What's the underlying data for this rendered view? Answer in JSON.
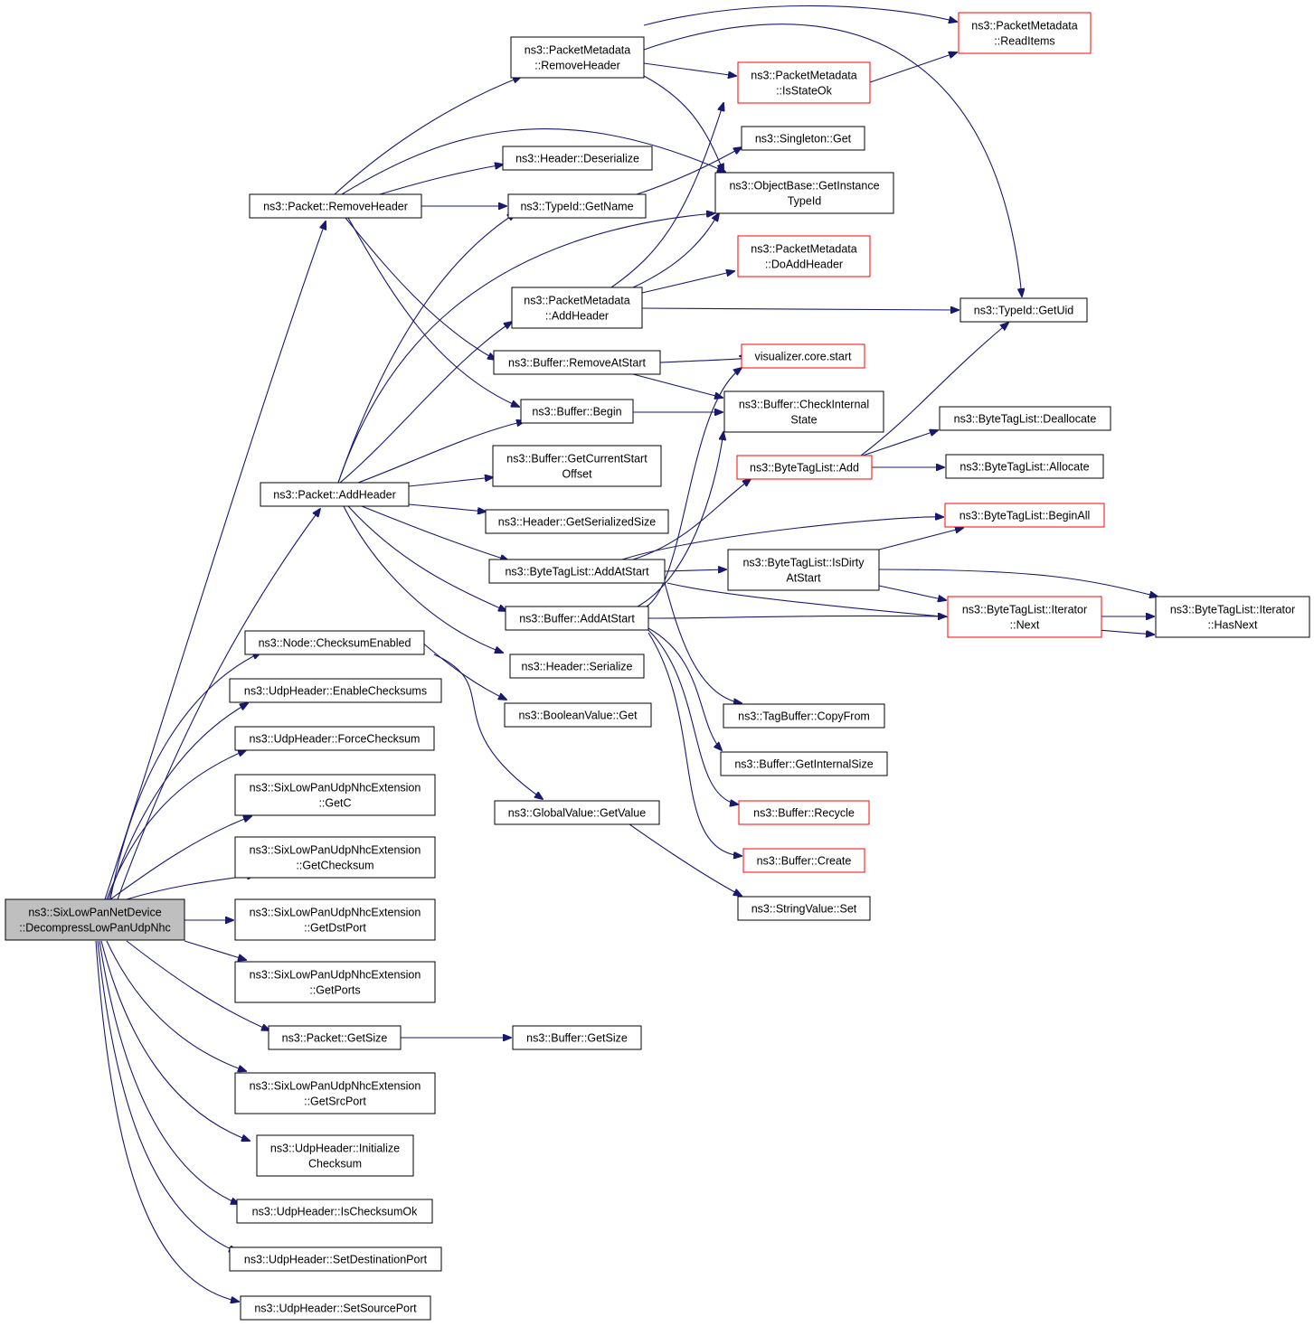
{
  "nodes": [
    {
      "id": "root",
      "lines": [
        "ns3::SixLowPanNetDevice",
        "::DecompressLowPanUdpNhc"
      ],
      "root": true
    },
    {
      "id": "pkt_remove",
      "lines": [
        "ns3::Packet::RemoveHeader"
      ]
    },
    {
      "id": "pkt_add",
      "lines": [
        "ns3::Packet::AddHeader"
      ]
    },
    {
      "id": "node_cs",
      "lines": [
        "ns3::Node::ChecksumEnabled"
      ]
    },
    {
      "id": "udp_enable",
      "lines": [
        "ns3::UdpHeader::EnableChecksums"
      ]
    },
    {
      "id": "udp_force",
      "lines": [
        "ns3::UdpHeader::ForceChecksum"
      ]
    },
    {
      "id": "nhc_getc",
      "lines": [
        "ns3::SixLowPanUdpNhcExtension",
        "::GetC"
      ]
    },
    {
      "id": "nhc_getcs",
      "lines": [
        "ns3::SixLowPanUdpNhcExtension",
        "::GetChecksum"
      ]
    },
    {
      "id": "nhc_dst",
      "lines": [
        "ns3::SixLowPanUdpNhcExtension",
        "::GetDstPort"
      ]
    },
    {
      "id": "nhc_ports",
      "lines": [
        "ns3::SixLowPanUdpNhcExtension",
        "::GetPorts"
      ]
    },
    {
      "id": "pkt_size",
      "lines": [
        "ns3::Packet::GetSize"
      ]
    },
    {
      "id": "nhc_src",
      "lines": [
        "ns3::SixLowPanUdpNhcExtension",
        "::GetSrcPort"
      ]
    },
    {
      "id": "udp_init",
      "lines": [
        "ns3::UdpHeader::Initialize",
        "Checksum"
      ]
    },
    {
      "id": "udp_isok",
      "lines": [
        "ns3::UdpHeader::IsChecksumOk"
      ]
    },
    {
      "id": "udp_setdst",
      "lines": [
        "ns3::UdpHeader::SetDestinationPort"
      ]
    },
    {
      "id": "udp_setsrc",
      "lines": [
        "ns3::UdpHeader::SetSourcePort"
      ]
    },
    {
      "id": "pm_remove",
      "lines": [
        "ns3::PacketMetadata",
        "::RemoveHeader"
      ]
    },
    {
      "id": "hdr_deser",
      "lines": [
        "ns3::Header::Deserialize"
      ]
    },
    {
      "id": "typeid_name",
      "lines": [
        "ns3::TypeId::GetName"
      ]
    },
    {
      "id": "pm_add",
      "lines": [
        "ns3::PacketMetadata",
        "::AddHeader"
      ]
    },
    {
      "id": "buf_remstart",
      "lines": [
        "ns3::Buffer::RemoveAtStart"
      ]
    },
    {
      "id": "buf_begin",
      "lines": [
        "ns3::Buffer::Begin"
      ]
    },
    {
      "id": "buf_curstart",
      "lines": [
        "ns3::Buffer::GetCurrentStart",
        "Offset"
      ]
    },
    {
      "id": "hdr_sersize",
      "lines": [
        "ns3::Header::GetSerializedSize"
      ]
    },
    {
      "id": "btl_addatstart",
      "lines": [
        "ns3::ByteTagList::AddAtStart"
      ]
    },
    {
      "id": "buf_addatstart",
      "lines": [
        "ns3::Buffer::AddAtStart"
      ]
    },
    {
      "id": "hdr_ser",
      "lines": [
        "ns3::Header::Serialize"
      ]
    },
    {
      "id": "bool_get",
      "lines": [
        "ns3::BooleanValue::Get"
      ]
    },
    {
      "id": "gv_getvalue",
      "lines": [
        "ns3::GlobalValue::GetValue"
      ]
    },
    {
      "id": "buf_getsize",
      "lines": [
        "ns3::Buffer::GetSize"
      ]
    },
    {
      "id": "pm_isok",
      "lines": [
        "ns3::PacketMetadata",
        "::IsStateOk"
      ],
      "truncated": true
    },
    {
      "id": "singleton_get",
      "lines": [
        "ns3::Singleton::Get"
      ]
    },
    {
      "id": "ob_getinst",
      "lines": [
        "ns3::ObjectBase::GetInstance",
        "TypeId"
      ]
    },
    {
      "id": "pm_doadd",
      "lines": [
        "ns3::PacketMetadata",
        "::DoAddHeader"
      ],
      "truncated": true
    },
    {
      "id": "vis_start",
      "lines": [
        "visualizer.core.start"
      ],
      "truncated": true
    },
    {
      "id": "buf_checkint",
      "lines": [
        "ns3::Buffer::CheckInternal",
        "State"
      ]
    },
    {
      "id": "btl_add",
      "lines": [
        "ns3::ByteTagList::Add"
      ],
      "truncated": true
    },
    {
      "id": "btl_isdirty",
      "lines": [
        "ns3::ByteTagList::IsDirty",
        "AtStart"
      ]
    },
    {
      "id": "tagbuf_copy",
      "lines": [
        "ns3::TagBuffer::CopyFrom"
      ]
    },
    {
      "id": "buf_intsize",
      "lines": [
        "ns3::Buffer::GetInternalSize"
      ]
    },
    {
      "id": "buf_recycle",
      "lines": [
        "ns3::Buffer::Recycle"
      ],
      "truncated": true
    },
    {
      "id": "buf_create",
      "lines": [
        "ns3::Buffer::Create"
      ],
      "truncated": true
    },
    {
      "id": "sv_set",
      "lines": [
        "ns3::StringValue::Set"
      ]
    },
    {
      "id": "pm_readitems",
      "lines": [
        "ns3::PacketMetadata",
        "::ReadItems"
      ],
      "truncated": true
    },
    {
      "id": "typeid_uid",
      "lines": [
        "ns3::TypeId::GetUid"
      ]
    },
    {
      "id": "btl_dealloc",
      "lines": [
        "ns3::ByteTagList::Deallocate"
      ]
    },
    {
      "id": "btl_alloc",
      "lines": [
        "ns3::ByteTagList::Allocate"
      ]
    },
    {
      "id": "btl_beginall",
      "lines": [
        "ns3::ByteTagList::BeginAll"
      ],
      "truncated": true
    },
    {
      "id": "btl_itnext",
      "lines": [
        "ns3::ByteTagList::Iterator",
        "::Next"
      ],
      "truncated": true
    },
    {
      "id": "btl_ithasnext",
      "lines": [
        "ns3::ByteTagList::Iterator",
        "::HasNext"
      ]
    }
  ]
}
